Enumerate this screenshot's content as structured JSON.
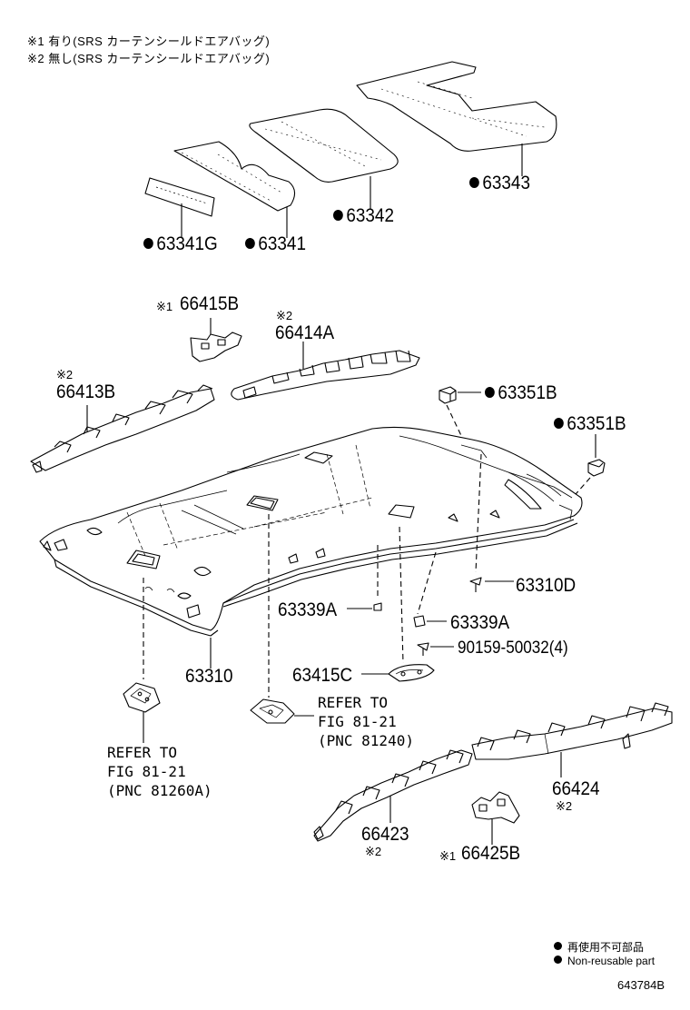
{
  "notes": {
    "note1": "※1 有り(SRS カーテンシールドエアバッグ)",
    "note2": "※2 無し(SRS カーテンシールドエアバッグ)"
  },
  "parts": {
    "p63341G": "63341G",
    "p63341": "63341",
    "p63342": "63342",
    "p63343": "63343",
    "p66415B": "66415B",
    "p66414A": "66414A",
    "p66413B": "66413B",
    "p63351B_a": "63351B",
    "p63351B_b": "63351B",
    "p63310D": "63310D",
    "p63339A_a": "63339A",
    "p63339A_b": "63339A",
    "p90159": "90159-50032(4)",
    "p63310": "63310",
    "p63415C": "63415C",
    "p66424": "66424",
    "p66423": "66423",
    "p66425B": "66425B"
  },
  "marks": {
    "m66415B": "※1",
    "m66414A": "※2",
    "m66413B": "※2",
    "m66424": "※2",
    "m66423": "※2",
    "m66425B": "※1"
  },
  "refs": {
    "ref_center": [
      "REFER TO",
      "FIG 81-21",
      "(PNC 81240)"
    ],
    "ref_left": [
      "REFER TO",
      "FIG 81-21",
      "(PNC 81260A)"
    ]
  },
  "legend": {
    "jp": "再使用不可部品",
    "en": "Non-reusable part"
  },
  "figure_id": "643784B"
}
